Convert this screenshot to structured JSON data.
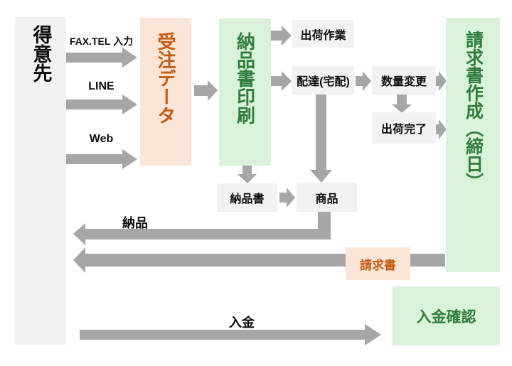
{
  "colors": {
    "arrow_gray": "#A6A6A6",
    "box_gray": "#F2F2F2",
    "peach": "#FBE5D6",
    "mint": "#D9F2D9",
    "orange_text": "#C55A11",
    "green_text": "#2E7D3C",
    "black_text": "#0D0D0D"
  },
  "nodes": {
    "customer": "得意先",
    "channel_fax": "FAX.TEL 入力",
    "channel_line": "LINE",
    "channel_web": "Web",
    "order_data": "受注データ",
    "delivery_note_print": "納品書印刷",
    "shipping_work": "出荷作業",
    "delivery": "配達(宅配)",
    "quantity_change": "数量変更",
    "shipping_complete": "出荷完了",
    "invoice_creation": "請求書作成（締日）",
    "delivery_note": "納品書",
    "goods": "商品",
    "flow_delivery": "納品",
    "invoice_tag": "請求書",
    "flow_payment": "入金",
    "payment_confirm": "入金確認"
  }
}
